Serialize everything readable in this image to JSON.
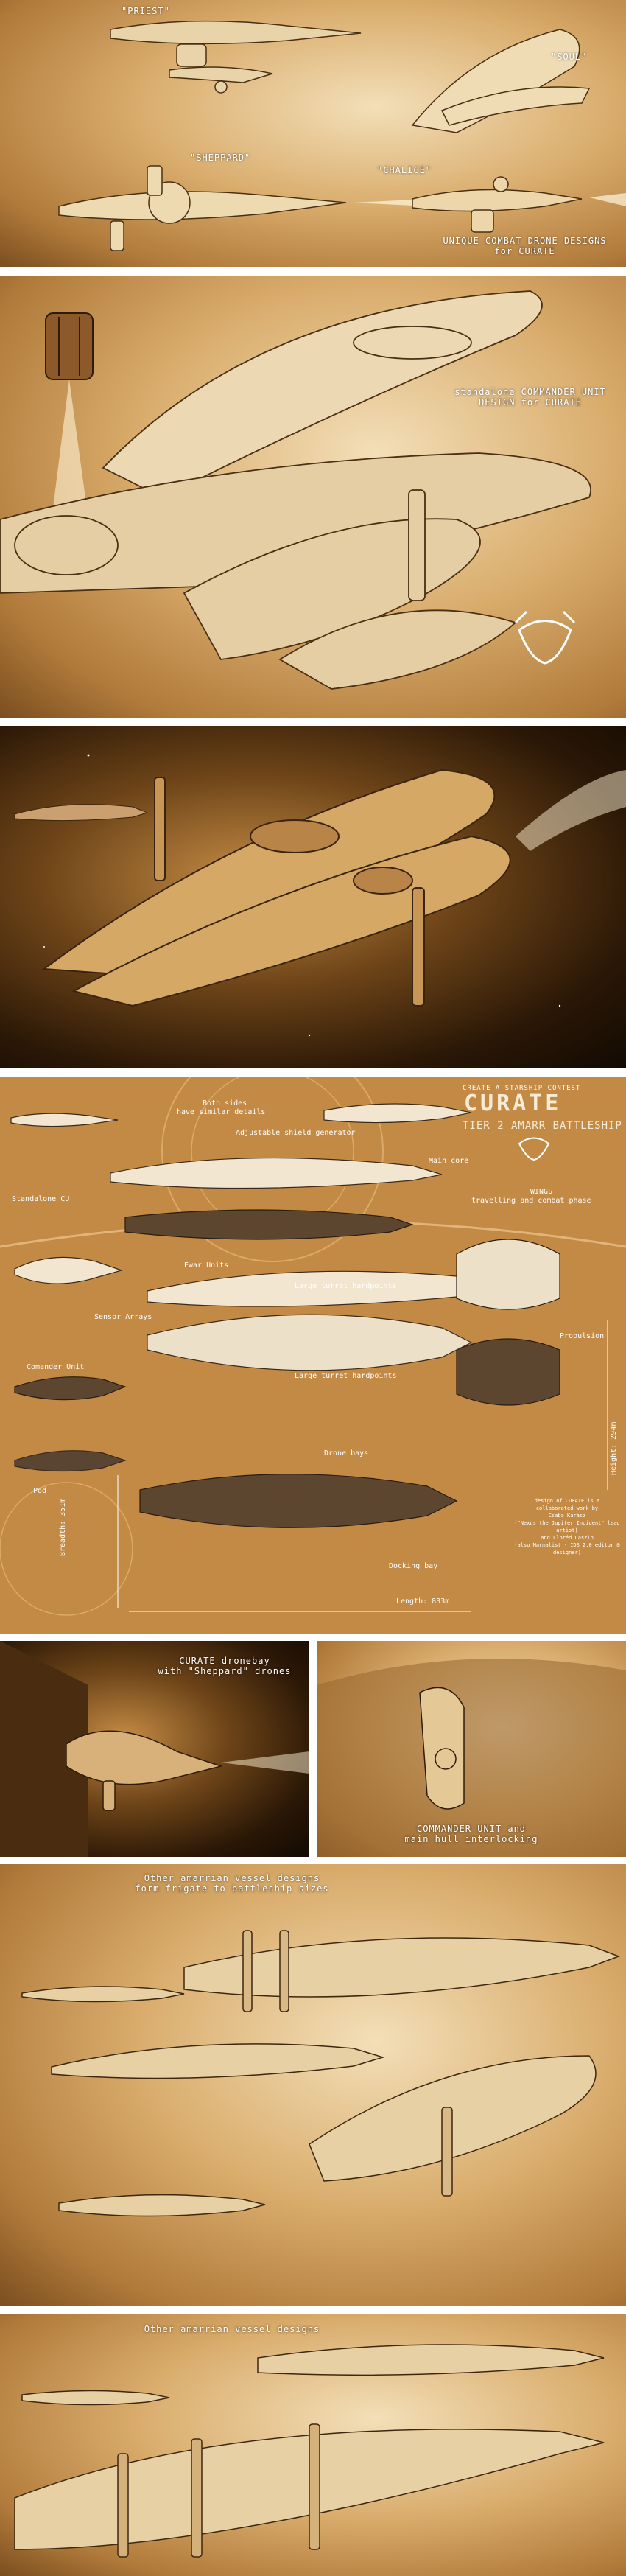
{
  "panel1": {
    "labels": [
      "\"PRIEST\"",
      "\"SOUL\"",
      "\"SHEPPARD\"",
      "\"CHALICE\""
    ],
    "caption_line1": "UNIQUE COMBAT DRONE DESIGNS",
    "caption_line2": "for CURATE"
  },
  "panel2": {
    "caption_line1": "standalone COMMANDER UNIT",
    "caption_line2": "DESIGN for CURATE"
  },
  "blueprint": {
    "contest": "CREATE A STARSHIP CONTEST",
    "title": "CURATE",
    "subtitle": "TIER 2 AMARR BATTLESHIP",
    "labels": {
      "both_sides": "Both sides",
      "both_sides2": "have similar details",
      "shield": "Adjustable shield generator",
      "main_core": "Main core",
      "wings": "WINGS",
      "wings2": "travelling and combat phase",
      "standalone_cu": "Standalone CU",
      "ewar": "Ewar Units",
      "large_turret_1": "Large turret hardpoints",
      "sensor": "Sensor Arrays",
      "propulsion": "Propulsion",
      "commander": "Comander Unit",
      "large_turret_2": "Large turret hardpoints",
      "drone_bays": "Drone bays",
      "pod": "Pod",
      "docking": "Docking bay",
      "length": "Length: 833m",
      "breadth": "Breadth: 351m",
      "height": "Height: 294m"
    },
    "credits": [
      "design of CURATE is a",
      "collaborated work by",
      "Csaba Kárász",
      "(\"Nexus the Jupiter Incident\" lead artist)",
      "and Lloréd Laszlo",
      "(also Marmalist - IDS 2.0 editor & designer)"
    ]
  },
  "panel4": {
    "left_line1": "CURATE dronebay",
    "left_line2": "with \"Sheppard\" drones",
    "right_line1": "COMMANDER UNIT and",
    "right_line2": "main hull interlocking"
  },
  "panel5": {
    "line1": "Other amarrian vessel designs",
    "line2": "form frigate to battleship sizes"
  },
  "panel6": {
    "line1": "Other amarrian vessel designs"
  },
  "colors": {
    "sepia_light": "#f3dfb8",
    "sepia_mid": "#d9ac6c",
    "sepia_dark": "#7a4e1f",
    "blueprint_bg": "#c38a45",
    "hull_light": "#efe1c4",
    "hull_dark": "#3a2a1a"
  }
}
